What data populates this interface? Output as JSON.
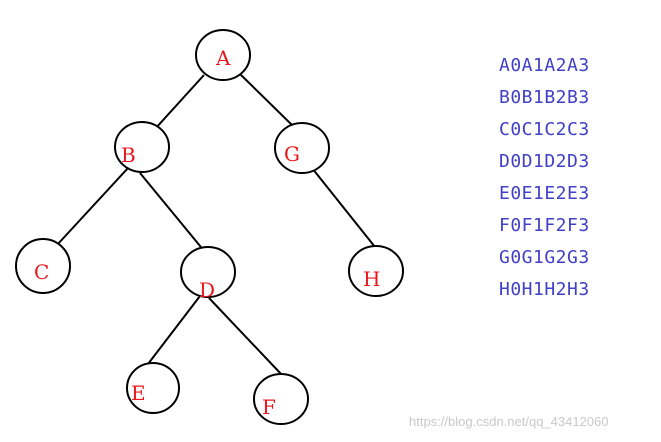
{
  "diagram": {
    "nodes": [
      {
        "id": "A",
        "label": "A"
      },
      {
        "id": "B",
        "label": "B"
      },
      {
        "id": "G",
        "label": "G"
      },
      {
        "id": "C",
        "label": "C"
      },
      {
        "id": "D",
        "label": "D"
      },
      {
        "id": "H",
        "label": "H"
      },
      {
        "id": "E",
        "label": "E"
      },
      {
        "id": "F",
        "label": "F"
      }
    ],
    "edges": [
      {
        "from": "A",
        "to": "B"
      },
      {
        "from": "A",
        "to": "G"
      },
      {
        "from": "B",
        "to": "C"
      },
      {
        "from": "B",
        "to": "D"
      },
      {
        "from": "G",
        "to": "H"
      },
      {
        "from": "D",
        "to": "E"
      },
      {
        "from": "D",
        "to": "F"
      }
    ],
    "label_color": "#e8171c",
    "stroke_color": "#000000"
  },
  "code_lines": [
    "A0A1A2A3",
    "B0B1B2B3",
    "C0C1C2C3",
    "D0D1D2D3",
    "E0E1E2E3",
    "F0F1F2F3",
    "G0G1G2G3",
    "H0H1H2H3"
  ],
  "code_color": "#4040c8",
  "watermark": "https://blog.csdn.net/qq_43412060"
}
